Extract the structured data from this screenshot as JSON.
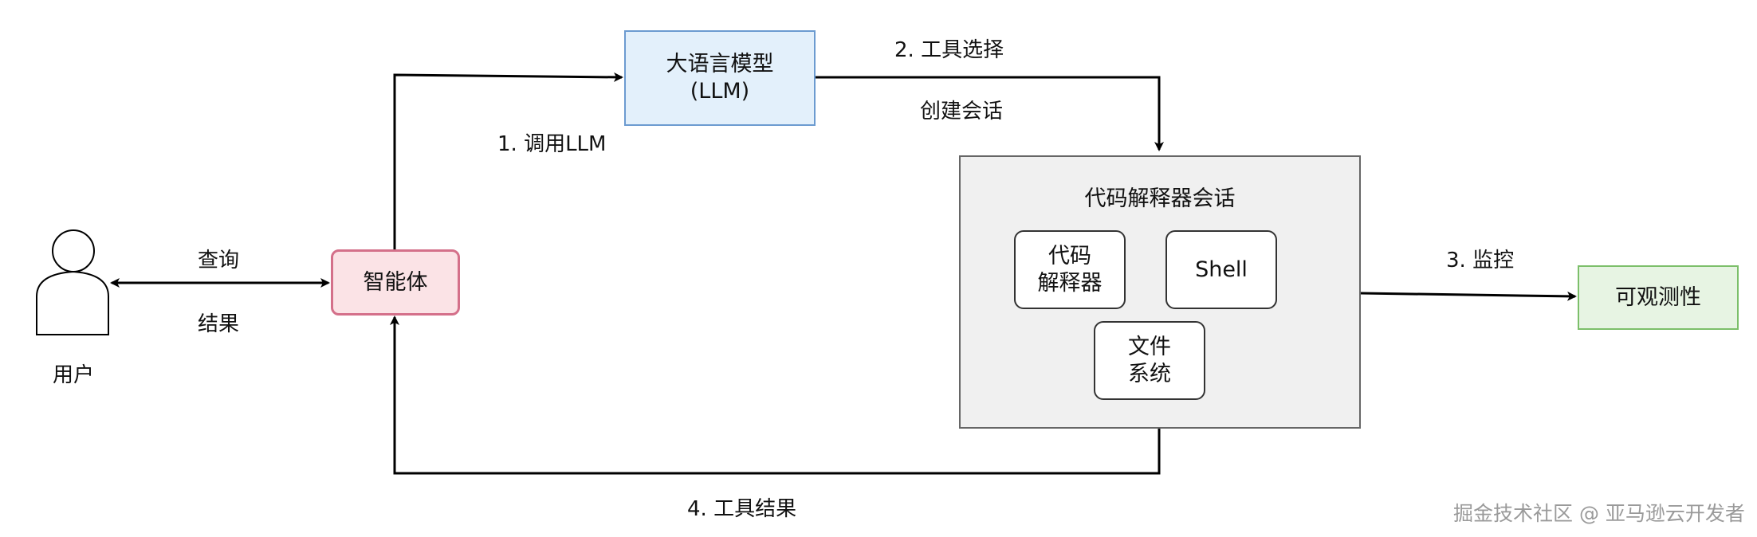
{
  "nodes": {
    "user": "用户",
    "agent": "智能体",
    "llm_line1": "大语言模型",
    "llm_line2": "(LLM)",
    "session_title": "代码解释器会话",
    "interpreter_line1": "代码",
    "interpreter_line2": "解释器",
    "shell": "Shell",
    "fs_line1": "文件",
    "fs_line2": "系统",
    "observability": "可观测性"
  },
  "edges": {
    "query": "查询",
    "result": "结果",
    "call_llm": "1. 调用LLM",
    "tool_select": "2. 工具选择",
    "create_session": "创建会话",
    "monitor": "3. 监控",
    "tool_result": "4. 工具结果"
  },
  "watermark": "掘金技术社区 @ 亚马逊云开发者",
  "colors": {
    "agent_fill": "#fbe3e6",
    "agent_stroke": "#d4708a",
    "llm_fill": "#e3f0fb",
    "llm_stroke": "#6c9bd0",
    "session_fill": "#f0f0f0",
    "session_stroke": "#666666",
    "obs_fill": "#e7f4e3",
    "obs_stroke": "#7cbf6a"
  }
}
